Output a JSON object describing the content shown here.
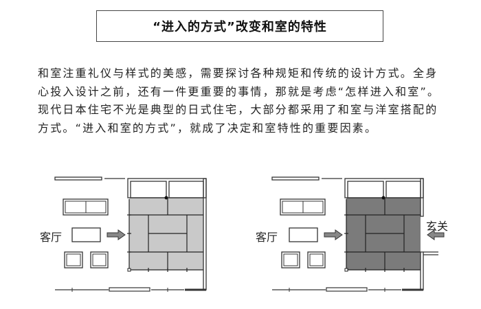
{
  "title": "“进入的方式”改变和室的特性",
  "paragraph": [
    "和室注重礼仪与样式的美感，需要探讨各种规矩和传统的设计方式。全身",
    "心投入设计之前，还有一件更重要的事情，那就是考虑“怎样进入和室”。",
    "现代日本住宅不光是典型的日式住宅，大部分都采用了和室与洋室搭配的",
    "方式。“进入和室的方式”，就成了决定和室特性的重要因素。"
  ],
  "figures": [
    {
      "living_label": "客厅",
      "tatami_color": "#c9c9c9"
    },
    {
      "living_label": "客厅",
      "entrance_label": "玄关",
      "tatami_color": "#7b7b7b"
    }
  ]
}
